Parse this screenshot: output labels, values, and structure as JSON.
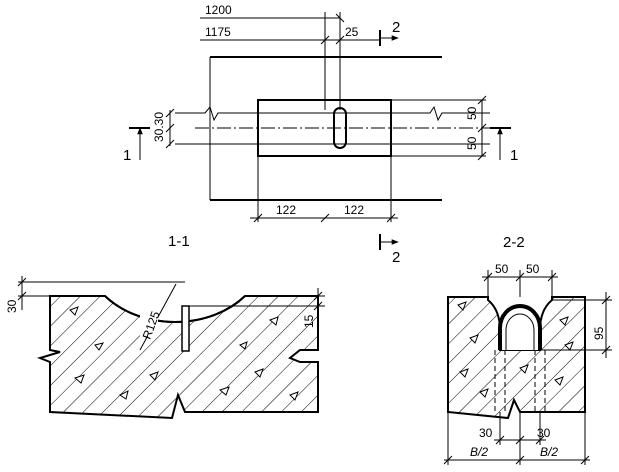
{
  "plan": {
    "dim_1200": "1200",
    "dim_1175": "1175",
    "dim_25": "25",
    "dim_3030": "30.30",
    "dim_50_top": "50",
    "dim_50_bottom": "50",
    "dim_122_left": "122",
    "dim_122_right": "122",
    "cut_2_top": "2",
    "cut_2_bottom": "2",
    "cut_1_left": "1",
    "cut_1_right": "1"
  },
  "section_1_1": {
    "title": "1-1",
    "dim_30": "30",
    "dim_15": "15",
    "radius": "R125"
  },
  "section_2_2": {
    "title": "2-2",
    "dim_50_left": "50",
    "dim_50_right": "50",
    "dim_95": "95",
    "dim_30_left": "30",
    "dim_30_right": "30",
    "dim_b2_left": "B/2",
    "dim_b2_right": "B/2"
  }
}
